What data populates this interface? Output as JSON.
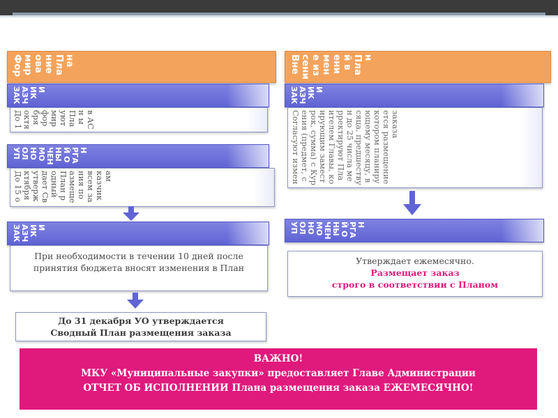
{
  "left": {
    "header": "Формирование Плана",
    "step1_label": "ЗАКАЗЧИКИ",
    "step1_text": "До 1 октября формируют План ы в АС",
    "step2_label": "УПОЛНОМОЧЕННЫЙ ОРГАН",
    "step2_text": "До 15 октября утверждает Сводный План размещения по всем заказчикам",
    "step3_label": "ЗАКАЗЧИКИ",
    "step3_text": "При необходимости в течении 10 дней после принятия бюджета вносят изменения в План",
    "final_line1": "До 31 декабря УО утверждается",
    "final_line2": "Сводный План размещения  заказа"
  },
  "right": {
    "header": "Внесение изменений в План",
    "step1_label": "ЗАКАЗЧИКИ",
    "step1_text": "Согласуют изменения (предмет, срок, сумма) с Курирующим заместителем Главы, корректируют План до 25 числа месяца, предшествующему месяцу, в котором планируется размещение заказа",
    "step2_label": "УПОЛНОМОЧЕННЫЙ ОРГАН",
    "step2_line1": "Утверждает ежемесячно.",
    "step2_line2": "Размещает заказ",
    "step2_line3": "строго в соответствии с Планом"
  },
  "important": {
    "title": "ВАЖНО!",
    "line1": "МКУ «Муниципальные закупки» предоставляет Главе Администрации",
    "line2": "ОТЧЕТ ОБ ИСПОЛНЕНИИ   Плана размещения  заказа ЕЖЕМЕСЯЧНО!"
  },
  "colors": {
    "header": "#f4a35c",
    "bar": "#6c70d8",
    "important_bg": "#e0197d",
    "emphasis": "#e0197d"
  }
}
